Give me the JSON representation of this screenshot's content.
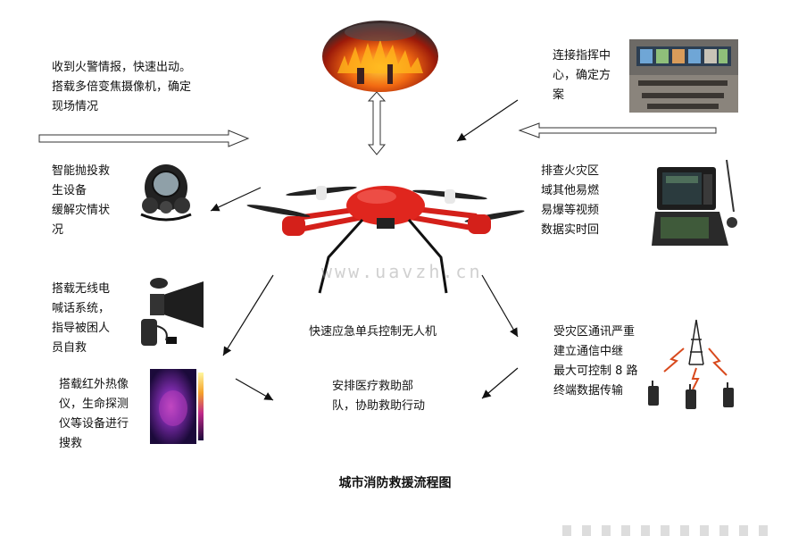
{
  "center": {
    "label": "快速应急单兵控制无人机",
    "watermark": "www.uavzh.cn"
  },
  "nodes": {
    "fire_alarm": "收到火警情报，快速出动。\n搭载多倍变焦摄像机，确定\n现场情况",
    "command_center": "连接指挥中\n心，确定方\n案",
    "rescue_equipment": "智能抛投救\n生设备\n缓解灾情状\n况",
    "investigate": "排查火灾区\n域其他易燃\n易爆等视频\n数据实时回",
    "megaphone": "搭载无线电\n喊话系统，\n指导被困人\n员自救",
    "communication": "受灾区通讯严重\n建立通信中继\n最大可控制 8 路\n终端数据传输",
    "infrared": "搭载红外热像\n仪，生命探测\n仪等设备进行\n搜救",
    "medical": "安排医疗救助部\n队，协助救助行动"
  },
  "title": "城市消防救援流程图"
}
